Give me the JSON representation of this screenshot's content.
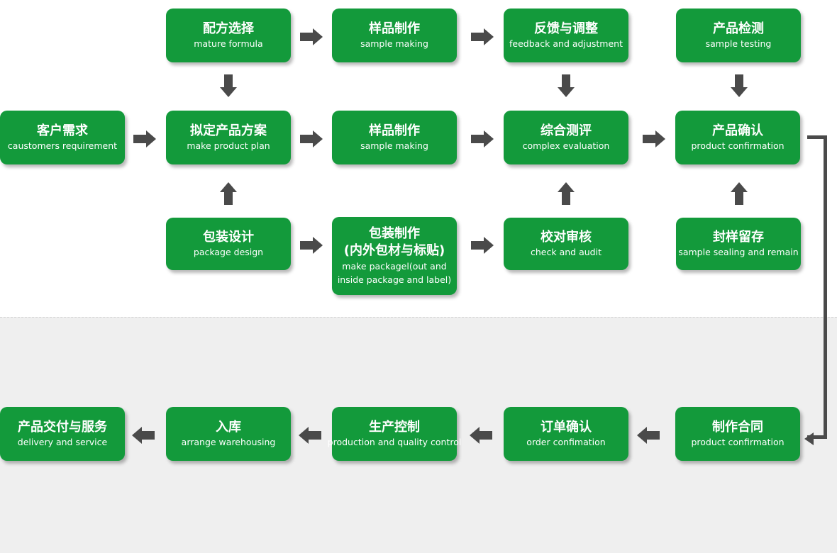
{
  "colors": {
    "node_fill": "#139a3b",
    "arrow": "#4a4a4a",
    "bottom_panel": "#efefef"
  },
  "nodes": {
    "mature_formula": {
      "zh": "配方选择",
      "en": "mature formula"
    },
    "sample_making_top": {
      "zh": "样品制作",
      "en": "sample making"
    },
    "feedback_adjustment": {
      "zh": "反馈与调整",
      "en": "feedback and adjustment"
    },
    "sample_testing": {
      "zh": "产品检测",
      "en": "sample testing"
    },
    "customer_requirement": {
      "zh": "客户需求",
      "en": "caustomers requirement"
    },
    "product_plan": {
      "zh": "拟定产品方案",
      "en": "make product plan"
    },
    "sample_making_mid": {
      "zh": "样品制作",
      "en": "sample making"
    },
    "complex_evaluation": {
      "zh": "综合测评",
      "en": "complex evaluation"
    },
    "product_confirmation": {
      "zh": "产品确认",
      "en": "product confirmation"
    },
    "package_design": {
      "zh": "包装设计",
      "en": "package design"
    },
    "package_making": {
      "zh": "包装制作",
      "zh2": "(内外包材与标贴)",
      "en": "make packagel(out and inside package and label)"
    },
    "check_audit": {
      "zh": "校对审核",
      "en": "check and audit"
    },
    "sample_sealing": {
      "zh": "封样留存",
      "en": "sample sealing and remain"
    },
    "delivery_service": {
      "zh": "产品交付与服务",
      "en": "delivery and service"
    },
    "warehousing": {
      "zh": "入库",
      "en": "arrange warehousing"
    },
    "production_control": {
      "zh": "生产控制",
      "en": "production and quality control"
    },
    "order_confirmation": {
      "zh": "订单确认",
      "en": "order confimation"
    },
    "contract": {
      "zh": "制作合同",
      "en": "product confirmation"
    }
  }
}
